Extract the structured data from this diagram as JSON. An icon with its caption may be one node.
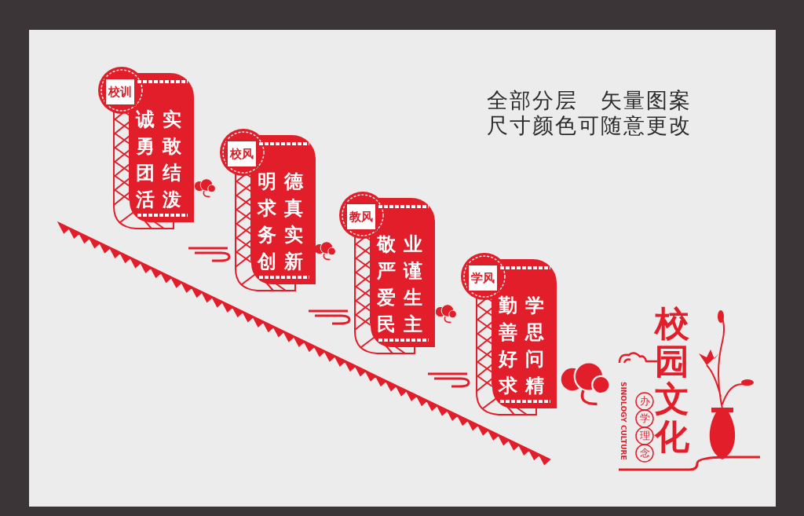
{
  "diagram": {
    "nodes": [
      {
        "text": [
          "校训",
          "诚实勇敢团结活泼"
        ]
      },
      {
        "text": [
          "校风",
          "明德求真务实创新"
        ]
      },
      {
        "text": [
          "教风",
          "敬业严谨爱生民主"
        ]
      },
      {
        "text": [
          "学风",
          "勤学善思好问求精"
        ]
      }
    ],
    "edges": [],
    "labels": [
      "全部分层　矢量图案",
      "尺寸颜色可随意更改",
      "校园文化",
      "SINOLOGY CULTURE",
      "办学理念"
    ]
  }
}
